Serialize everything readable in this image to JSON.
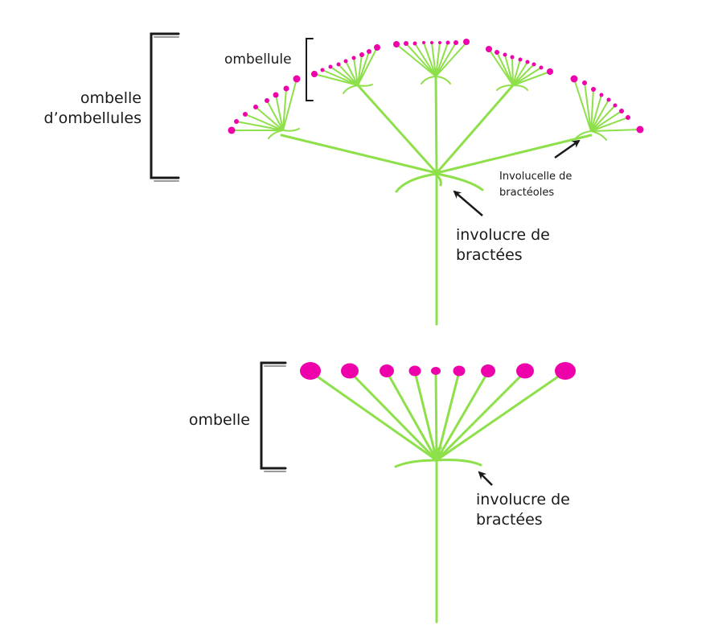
{
  "colors": {
    "stem": "#8ee04a",
    "flower": "#ee00aa",
    "bracket": "#1a1a1a",
    "text": "#1a1a1a"
  },
  "compound_umbel": {
    "label_umbel_of_umbellets": [
      "ombelle",
      "d’ombellules"
    ],
    "label_umbellet": "ombellule",
    "label_involucel": [
      "Involucelle de",
      "bractéoles"
    ],
    "label_involucre": [
      "involucre de",
      "bractées"
    ]
  },
  "simple_umbel": {
    "label_umbel": "ombelle",
    "label_involucre": [
      "involucre de",
      "bractées"
    ]
  }
}
